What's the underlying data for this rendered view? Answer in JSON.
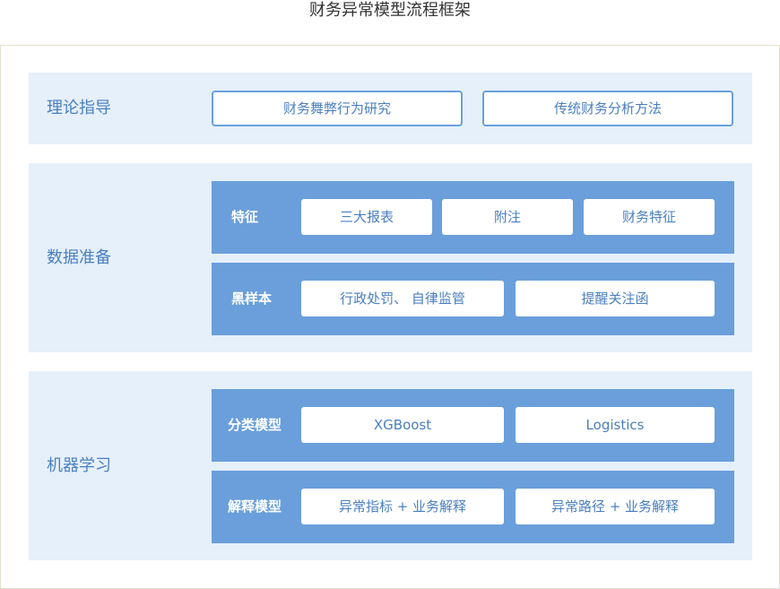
{
  "title": "财务异常模型流程框架",
  "theory": {
    "label": "理论指导",
    "items": [
      "财务舞弊行为研究",
      "传统财务分析方法"
    ]
  },
  "data_prep": {
    "label": "数据准备",
    "rows": [
      {
        "label": "特征",
        "cells": [
          "三大报表",
          "附注",
          "财务特征"
        ]
      },
      {
        "label": "黑样本",
        "cells": [
          "行政处罚、 自律监管",
          "提醒关注函"
        ]
      }
    ]
  },
  "ml": {
    "label": "机器学习",
    "rows": [
      {
        "label": "分类模型",
        "cells": [
          "XGBoost",
          "Logistics"
        ]
      },
      {
        "label": "解释模型",
        "cells": [
          "异常指标 + 业务解释",
          "异常路径 + 业务解释"
        ]
      }
    ]
  },
  "colors": {
    "band_bg": "#e5f0fb",
    "row_bg": "#6a9fdb",
    "text_blue": "#4a7fbf",
    "frame_border": "#e4e0cf"
  }
}
